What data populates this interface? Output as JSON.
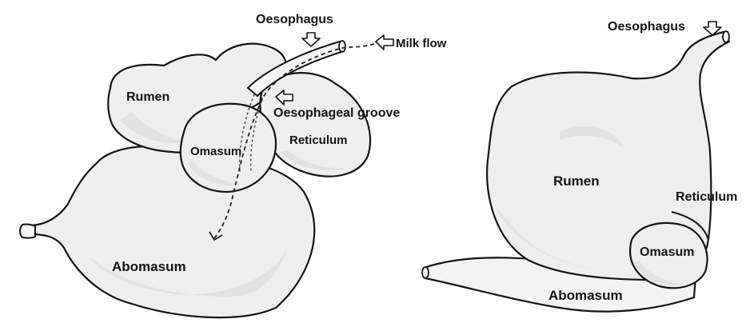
{
  "left_figure": {
    "labels": {
      "oesophagus": "Oesophagus",
      "milk_flow": "Milk flow",
      "rumen": "Rumen",
      "oesophageal_groove": "Oesophageal groove",
      "omasum": "Omasum",
      "reticulum": "Reticulum",
      "abomasum": "Abomasum"
    }
  },
  "right_figure": {
    "labels": {
      "oesophagus": "Oesophagus",
      "rumen": "Rumen",
      "reticulum": "Reticulum",
      "omasum": "Omasum",
      "abomasum": "Abomasum"
    }
  },
  "colors": {
    "outline": "#141414",
    "organ_fill": "#eeeeee",
    "background": "#ffffff"
  }
}
